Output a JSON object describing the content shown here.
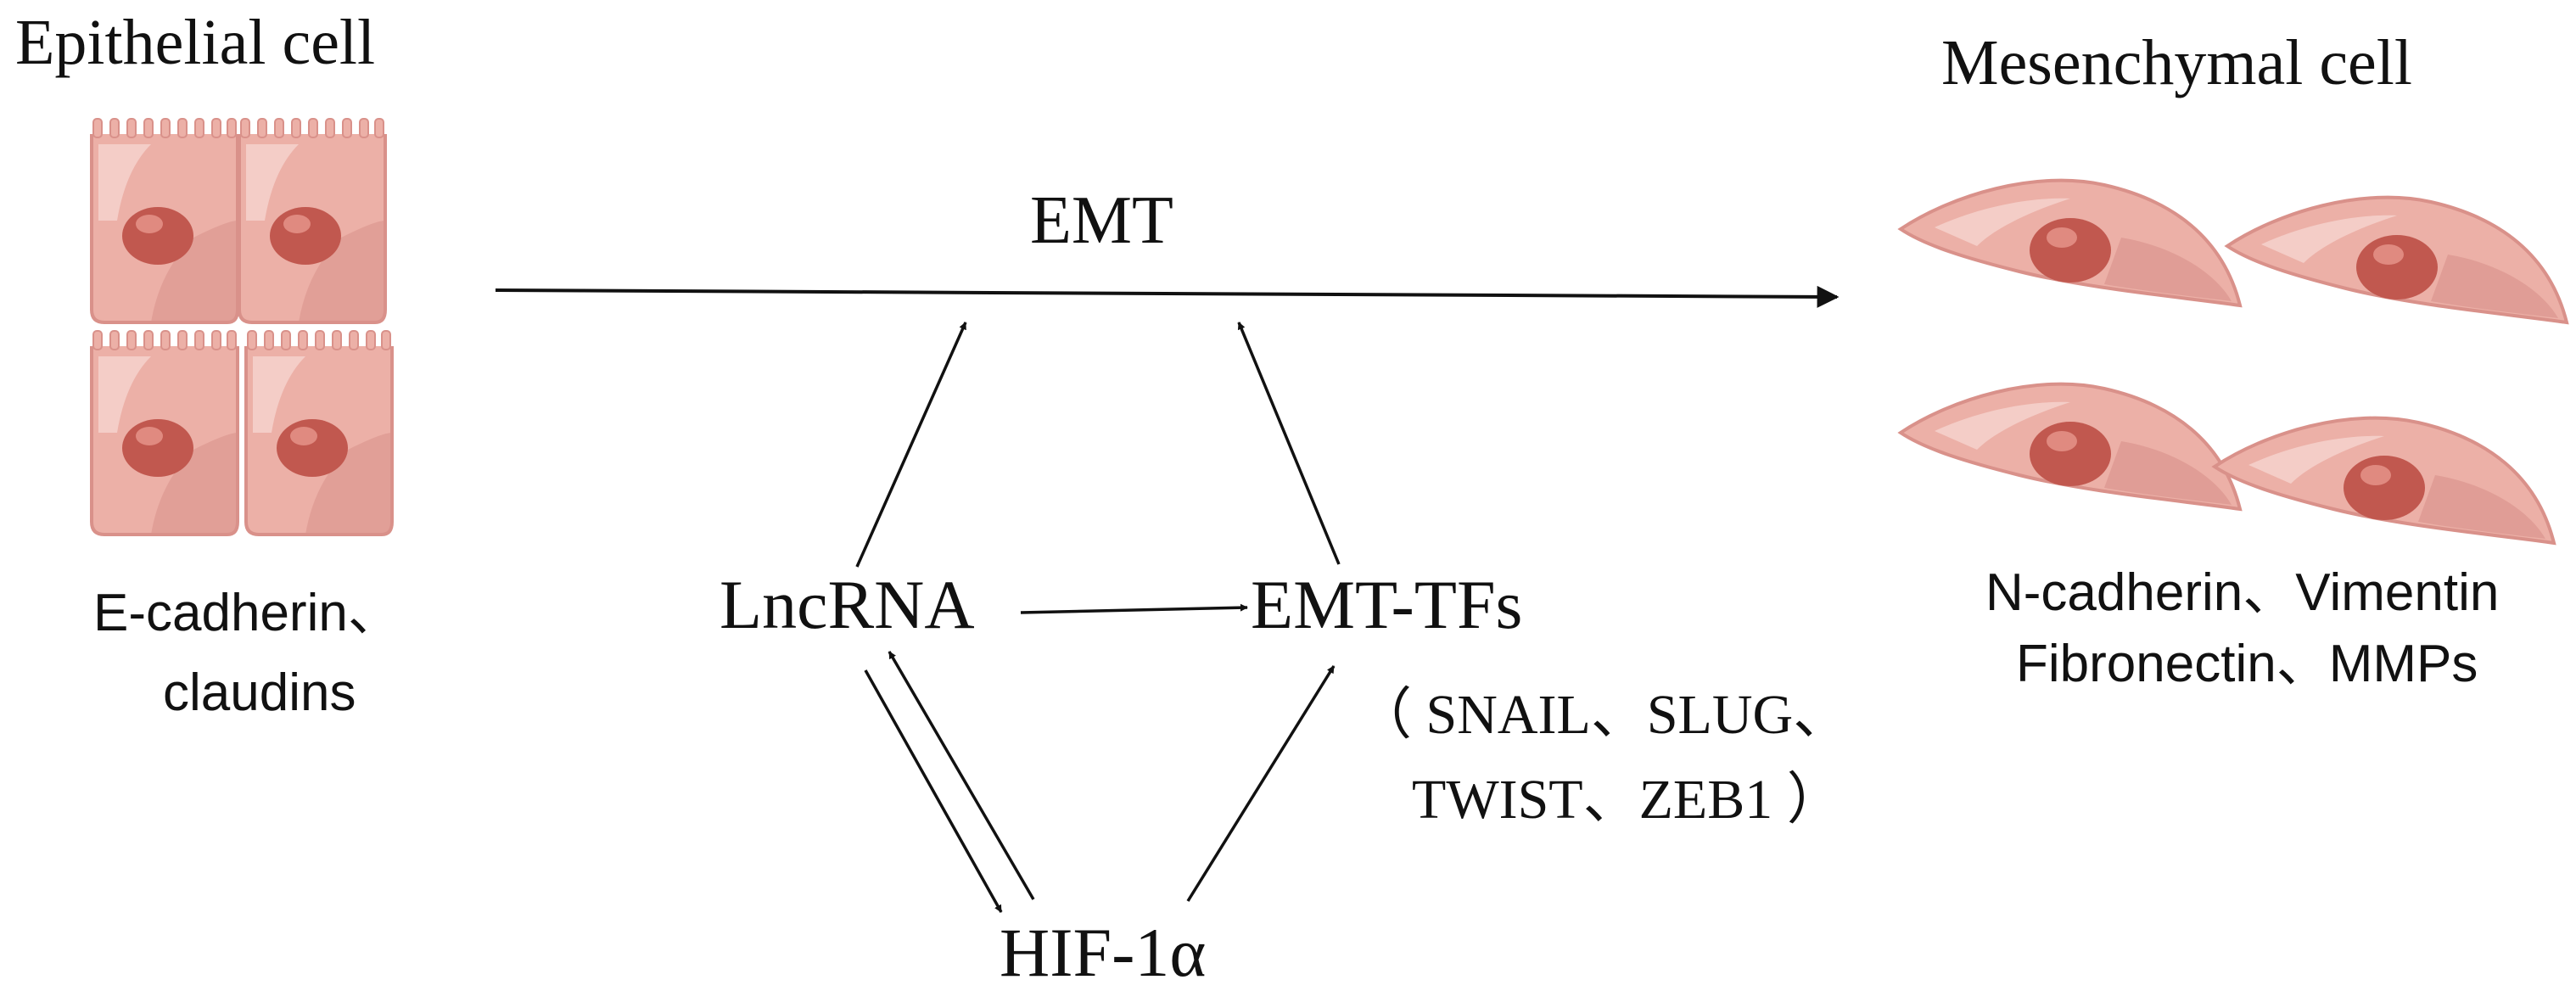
{
  "labels": {
    "epithelial_title": "Epithelial cell",
    "mesenchymal_title": "Mesenchymal cell",
    "emt": "EMT",
    "lncrna": "LncRNA",
    "emt_tfs": "EMT-TFs",
    "tfs_line1": "（ SNAIL、SLUG、",
    "tfs_line2": "TWIST、ZEB1 ）",
    "hif": "HIF-1α",
    "epithelial_markers_line1": "E-cadherin、",
    "epithelial_markers_line2": "claudins",
    "mesenchymal_markers_line1": "N-cadherin、Vimentin",
    "mesenchymal_markers_line2": "Fibronectin、MMPs"
  },
  "colors": {
    "cell_body": "#ecb0a7",
    "cell_dark": "#d9918a",
    "cell_light": "#f6d4cf",
    "nucleus": "#c1584f",
    "nucleus_highlight": "#e08a80",
    "arrow": "#111111"
  }
}
